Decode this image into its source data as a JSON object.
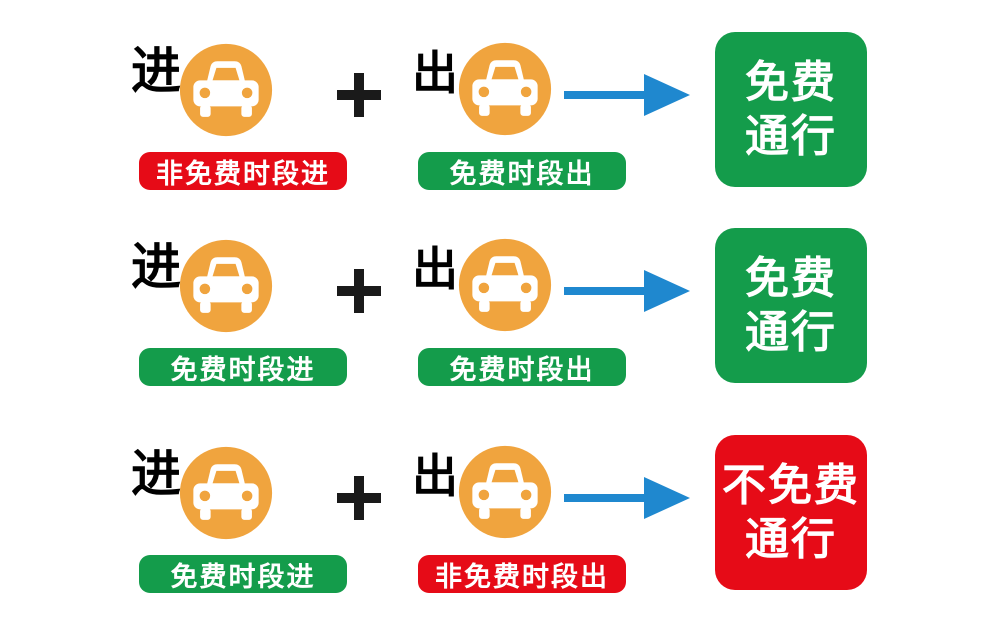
{
  "colors": {
    "car_circle_orange": "#F0A43E",
    "free_green": "#149C4B",
    "nonfree_red": "#E60B17",
    "arrow_blue": "#1F88CF",
    "text_black": "#1A1A1A",
    "text_white": "#FFFFFF"
  },
  "icons": {
    "car": "car-icon",
    "arrow": "arrow-right-icon",
    "plus": "plus-icon"
  },
  "rows": [
    {
      "enter_label": "进",
      "exit_label": "出",
      "enter_badge": {
        "text": "非免费时段进",
        "type": "red"
      },
      "exit_badge": {
        "text": "免费时段出",
        "type": "green"
      },
      "result": {
        "line1": "免费",
        "line2": "通行",
        "type": "green"
      }
    },
    {
      "enter_label": "进",
      "exit_label": "出",
      "enter_badge": {
        "text": "免费时段进",
        "type": "green"
      },
      "exit_badge": {
        "text": "免费时段出",
        "type": "green"
      },
      "result": {
        "line1": "免费",
        "line2": "通行",
        "type": "green"
      }
    },
    {
      "enter_label": "进",
      "exit_label": "出",
      "enter_badge": {
        "text": "免费时段进",
        "type": "green"
      },
      "exit_badge": {
        "text": "非免费时段出",
        "type": "red"
      },
      "result": {
        "line1": "不免费",
        "line2": "通行",
        "type": "red"
      }
    }
  ]
}
